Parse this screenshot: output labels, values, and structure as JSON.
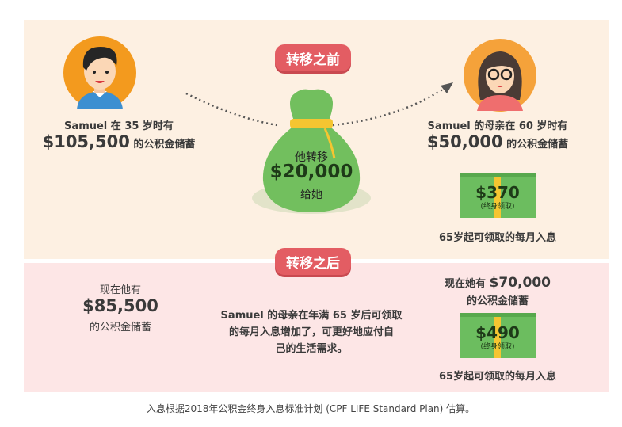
{
  "before": {
    "badge": "转移之前",
    "samuel_line1": "Samuel 在 35 岁时有",
    "samuel_amount": "$105,500",
    "samuel_suffix": " 的公积金储蓄",
    "bag_line1": "他转移",
    "bag_amount": "$20,000",
    "bag_line3": "给她",
    "mother_line1": "Samuel 的母亲在 60 岁时有",
    "mother_amount": "$50,000",
    "mother_suffix": " 的公积金储蓄",
    "bill_amount": "$370",
    "bill_sub": "(终身领取)",
    "bill_caption": "65岁起可领取的每月入息"
  },
  "after": {
    "badge": "转移之后",
    "samuel_line1": "现在他有",
    "samuel_amount": "$85,500",
    "samuel_line3": "的公积金储蓄",
    "middle_line1": "Samuel 的母亲在年满 65 岁后可领取",
    "middle_line2": "的每月入息增加了，可更好地应付自",
    "middle_line3": "己的生活需求。",
    "mother_prefix": "现在她有 ",
    "mother_amount": "$70,000",
    "mother_line2": "的公积金储蓄",
    "bill_amount": "$490",
    "bill_sub": "(终身领取)",
    "bill_caption": "65岁起可领取的每月入息"
  },
  "footnote": "入息根据2018年公积金终身入息标准计划 (CPF LIFE Standard Plan) 估算。",
  "colors": {
    "badge": "#e35d63",
    "top_panel": "#fdf0e2",
    "bottom_panel": "#fde6e6",
    "bag": "#72bf5e",
    "bill": "#6cbd5f",
    "avatar": "#f39a1e"
  }
}
